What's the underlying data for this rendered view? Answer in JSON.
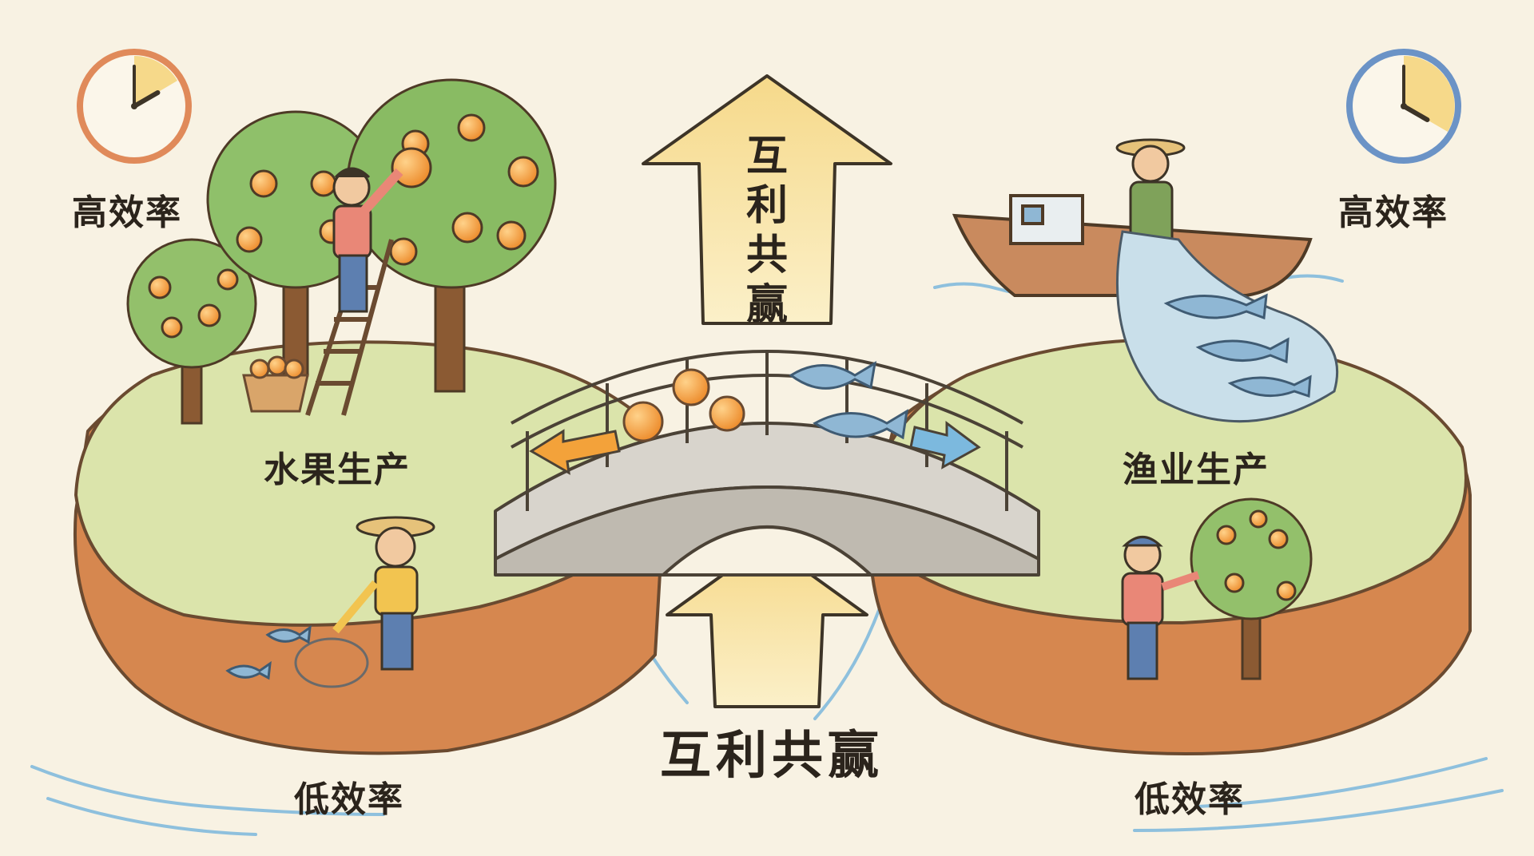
{
  "labels": {
    "left_top_efficiency": "高效率",
    "right_top_efficiency": "高效率",
    "left_production": "水果生产",
    "right_production": "渔业生产",
    "left_low_efficiency": "低效率",
    "right_low_efficiency": "低效率",
    "center_bottom": "互利共赢",
    "arrow_vertical_text": "互利共赢"
  },
  "colors": {
    "background": "#f8f2e3",
    "grass": "#d9e3a6",
    "soil": "#d79d6b",
    "water": "#9dc9e3",
    "arrow_fill": "#f7df9a",
    "orange": "#f29a3a",
    "fish": "#8fb7d4",
    "left_clock_ring": "#e08a5a",
    "right_clock_ring": "#6b93c6",
    "left_arrow": "#f3a23a",
    "right_arrow": "#7cb9de"
  },
  "clocks": {
    "left": {
      "hour": 2,
      "minute": 0
    },
    "right": {
      "hour": 4,
      "minute": 0
    }
  }
}
